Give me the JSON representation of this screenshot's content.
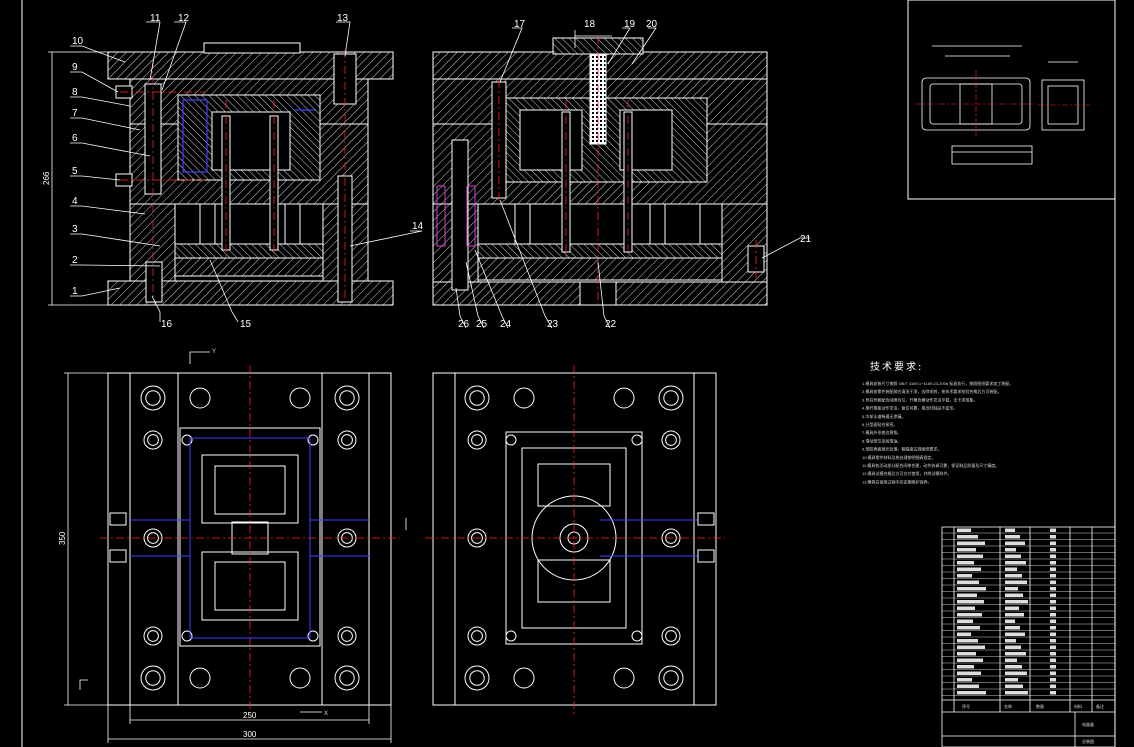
{
  "drawing": {
    "background": "#000000",
    "line_color": "#ffffff",
    "center_line_color": "#ff2020",
    "water_channel_color": "#4040ff",
    "ejector_color": "#d040d0"
  },
  "section_a": {
    "part_labels": [
      "1",
      "2",
      "3",
      "4",
      "5",
      "6",
      "7",
      "8",
      "9",
      "10",
      "11",
      "12",
      "13",
      "14",
      "15",
      "16"
    ],
    "height_dimension": "266"
  },
  "section_b": {
    "part_labels": [
      "17",
      "18",
      "19",
      "20",
      "21",
      "22",
      "23",
      "24",
      "25",
      "26"
    ]
  },
  "plan_view": {
    "width_inner": "250",
    "width_outer": "300",
    "height_dimension": "350",
    "axis_y": "Y",
    "axis_x": "X"
  },
  "notes": {
    "heading": "技术要求:",
    "lines": [
      "1.模具安装尺寸按照 GB/T 4169.1~4169.23-2006 标准执行，按照图纸要求加工装配。",
      "2.模具各零件装配前应清洗干净，去除毛刺，按技术要求检验合格后方可装配。",
      "3.导柱导套配合间隙均匀，开模合模动作灵活平稳，无卡滞现象。",
      "4.推杆推板动作灵活，复位可靠，推出时制品不变形。",
      "5.冷却水道畅通无渗漏。",
      "6.分型面贴合紧密。",
      "7.模具外形棱边倒角。",
      "8.滑动部位涂润滑油。",
      "9.型腔表面抛光处理，粗糙度达到图纸要求。",
      "10.模具零件材料及热处理按明细表规定。",
      "11.模具各活动部分配合间隙合理，动作协调可靠，保证制品质量及尺寸精度。",
      "12.模具试模合格后方可交付使用，并附试模样件。",
      "13.模具在使用过程中应定期维护保养。"
    ]
  },
  "title_block": {
    "col_headers": [
      "序号",
      "名称",
      "数量",
      "材料",
      "备注"
    ],
    "title": "总装图",
    "name_cell": "电器盒"
  }
}
